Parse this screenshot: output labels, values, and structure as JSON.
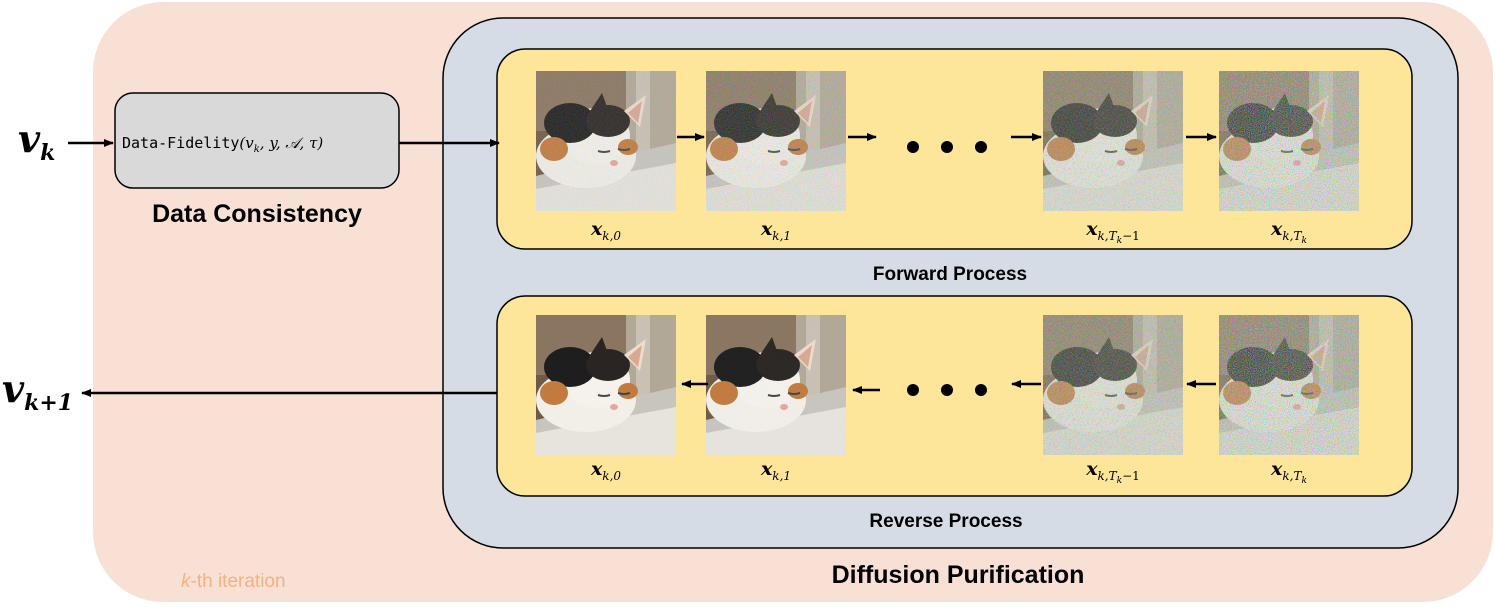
{
  "input_var": {
    "base": "v",
    "sub": "k"
  },
  "output_var": {
    "base": "v",
    "sub": "k+1"
  },
  "data_fidelity": {
    "func": "Data-Fidelity",
    "args": "(v",
    "args_sub": "k",
    "args_rest": ", y, 𝒜, τ)"
  },
  "data_consistency_label": "Data Consistency",
  "diffusion_label": "Diffusion Purification",
  "iteration_label_k": "k",
  "iteration_label_rest": "-th iteration",
  "forward": {
    "title": "Forward Process",
    "captions": [
      {
        "base": "x",
        "sub": "k,0"
      },
      {
        "base": "x",
        "sub": "k,1"
      },
      {
        "base": "x",
        "sub": "k,T",
        "subsub": "k",
        "tail": "−1"
      },
      {
        "base": "x",
        "sub": "k,T",
        "subsub": "k",
        "tail": ""
      }
    ],
    "noise_levels": [
      0.25,
      0.45,
      0.75,
      0.92
    ]
  },
  "reverse": {
    "title": "Reverse Process",
    "captions": [
      {
        "base": "x",
        "sub": "k,0"
      },
      {
        "base": "x",
        "sub": "k,1"
      },
      {
        "base": "x",
        "sub": "k,T",
        "subsub": "k",
        "tail": "−1"
      },
      {
        "base": "x",
        "sub": "k,T",
        "subsub": "k",
        "tail": ""
      }
    ],
    "noise_levels": [
      0.0,
      0.05,
      0.85,
      0.95
    ]
  },
  "colors": {
    "outer_bg": "#f8e1d4",
    "diffusion_bg": "#d6dce6",
    "process_bg": "#fde59a",
    "df_box_bg": "#d9d9d9",
    "iteration_text": "#f4b183"
  }
}
